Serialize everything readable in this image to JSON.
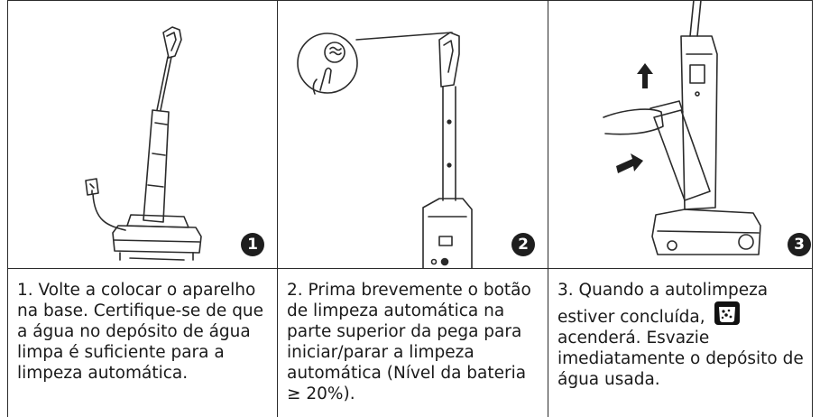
{
  "steps": [
    {
      "number": "1",
      "text": "1. Volte a colocar o aparelho na base. Certifique-se de que a água no depósito de água limpa é suficiente para a limpeza automática."
    },
    {
      "number": "2",
      "text": "2. Prima brevemente o botão de limpeza automática na parte superior da pega para iniciar/parar a limpeza automática (Nível da bateria ≥ 20%)."
    },
    {
      "number": "3",
      "text_before": "3. Quando a autolimpeza estiver concluída,",
      "text_after": "acenderá. Esvazie imediatamente o depósito de água usada.",
      "icon": "dirty-water-tank-icon"
    }
  ],
  "colors": {
    "line": "#2b2b2b",
    "icon_bg": "#111111"
  }
}
